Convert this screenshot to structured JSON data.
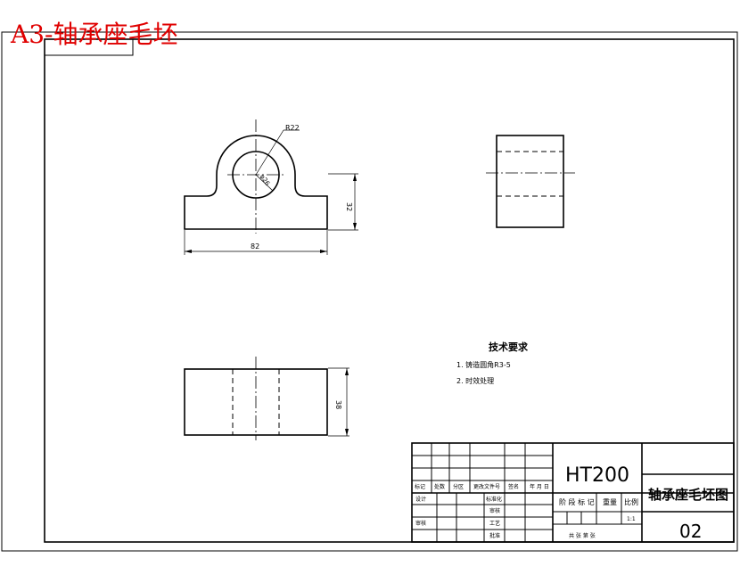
{
  "sheet_title": "A3-轴承座毛坯",
  "dimensions": {
    "radius": "R22",
    "diameter": "φ26",
    "height_front": "32",
    "width_front": "82",
    "height_top": "38"
  },
  "tech_requirements": {
    "heading": "技术要求",
    "item1": "1. 铸造圆角R3-5",
    "item2": "2. 时效处理"
  },
  "title_block": {
    "material": "HT200",
    "drawing_name": "轴承座毛坯图",
    "drawing_number": "02",
    "scale": "1:1",
    "headers": {
      "mark": "标记",
      "count": "处数",
      "zone": "分区",
      "change_doc": "更改文件号",
      "signature": "签名",
      "date": "年 月 日",
      "designer": "设计",
      "standardization": "标准化",
      "check": "审核",
      "process": "工艺",
      "approve": "批准",
      "stage_mark": "阶 段 标 记",
      "weight": "重量",
      "ratio": "比例",
      "sheets": "共   张   第   张"
    }
  }
}
